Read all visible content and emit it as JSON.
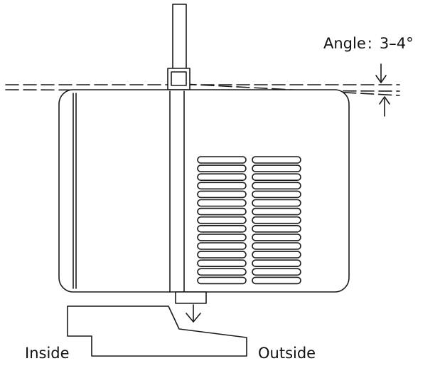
{
  "labels": {
    "angle": "Angle",
    "angle_sep": ":",
    "angle_value": "3–4°",
    "inside": "Inside",
    "outside": "Outside"
  },
  "colors": {
    "stroke": "#1a1a1a",
    "background": "#ffffff"
  },
  "icons": {
    "angle_arrows": "arrow-pair-icon",
    "drop_arrow": "arrow-down-icon"
  }
}
